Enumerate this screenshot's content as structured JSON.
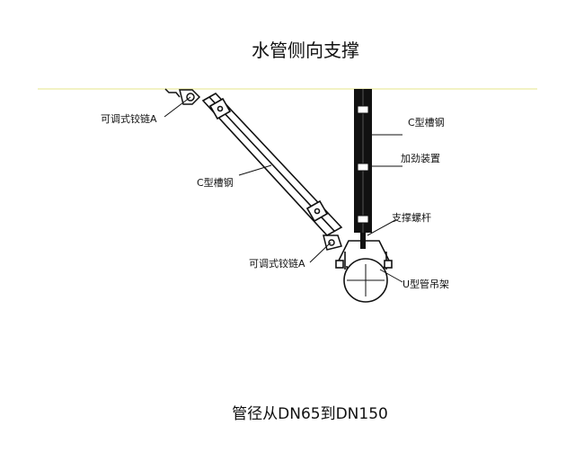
{
  "title": "水管侧向支撑",
  "caption": "管径从DN65到DN150",
  "labels": {
    "hinge_top": "可调式铰链A",
    "channel_left": "C型槽钢",
    "hinge_bottom": "可调式铰链A",
    "channel_right": "C型槽钢",
    "stiffener": "加劲装置",
    "rod": "支撑螺杆",
    "pipe_hanger": "U型管吊架"
  },
  "colors": {
    "ceiling_line": "#e6e68a",
    "ink": "#111111"
  }
}
